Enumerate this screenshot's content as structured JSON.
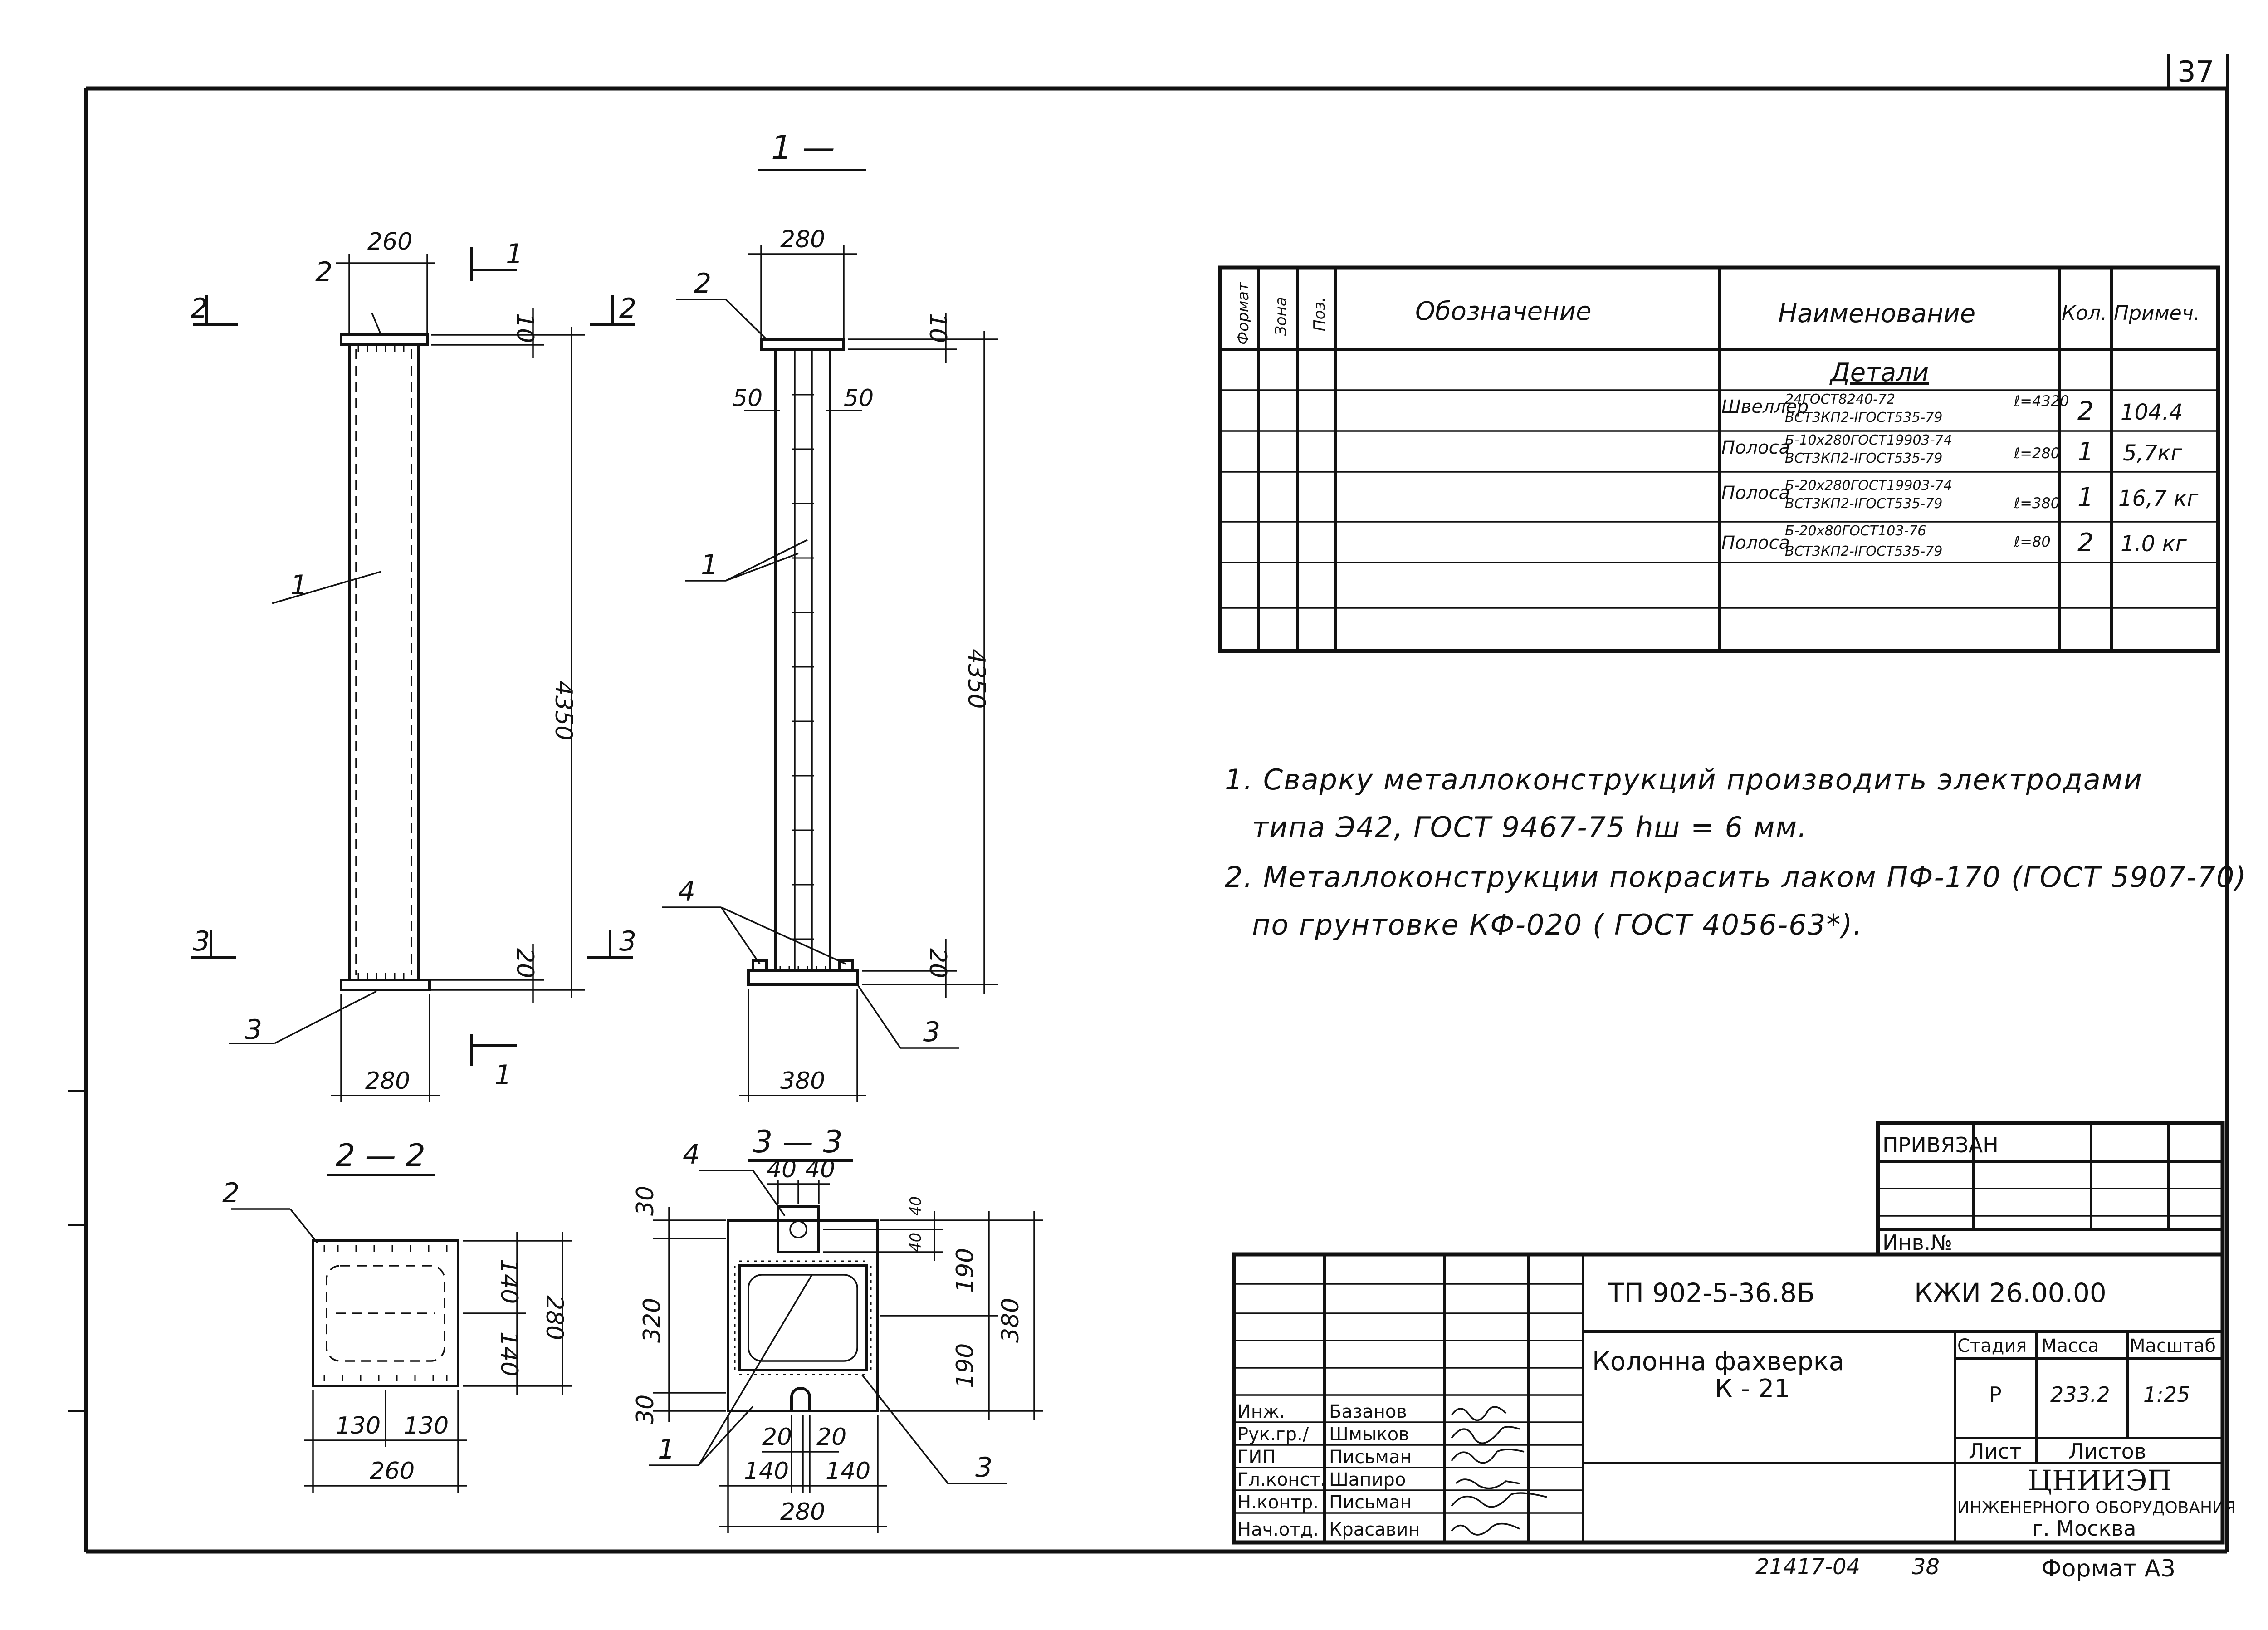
{
  "page_number": "37",
  "views": {
    "view1_title": "1 —",
    "section22_title": "2 — 2",
    "section33_title": "3 — 3",
    "cut_marks": {
      "c1": "1",
      "c2": "2",
      "c3": "3"
    },
    "elevation_left": {
      "dim_top": "260",
      "dim_bottom": "280",
      "dim_height": "4350",
      "dim_top_plate": "10",
      "dim_bottom_plate": "20",
      "callouts": [
        "1",
        "2",
        "3"
      ]
    },
    "elevation_right": {
      "dim_top": "280",
      "dim_bottom": "380",
      "dim_height": "4350",
      "dim_top_plate": "10",
      "dim_bottom_plate": "20",
      "dim_left_50": "50",
      "dim_right_50": "50",
      "callouts": [
        "1",
        "2",
        "3",
        "4"
      ]
    },
    "section22": {
      "dims_half": [
        "130",
        "130"
      ],
      "dim_width": "260",
      "dims_right_half": [
        "140",
        "140"
      ],
      "dim_right_total": "280",
      "callout": "2"
    },
    "section33": {
      "dims_top": [
        "40",
        "40"
      ],
      "dims_left": [
        "30",
        "320",
        "30"
      ],
      "dims_right_small": [
        "40",
        "40"
      ],
      "dims_right": [
        "190",
        "190"
      ],
      "dim_right_total": "380",
      "dims_bottom_inner": [
        "20",
        "20"
      ],
      "dims_bottom_half": [
        "140",
        "140"
      ],
      "dim_bottom_total": "280",
      "callouts": [
        "1",
        "3",
        "4"
      ]
    }
  },
  "spec_table": {
    "headers": {
      "format": "Формат",
      "zone": "Зона",
      "pos": "Поз.",
      "designation": "Обозначение",
      "name": "Наименование",
      "qty": "Кол.",
      "note": "Примеч."
    },
    "section_title": "Детали",
    "rows": [
      {
        "type": "Швеллер",
        "std_top": "24ГОСТ8240-72",
        "std_bottom": "ВСТ3КП2-IГОСТ535-79",
        "length": "ℓ=4320",
        "qty": "2",
        "note": "104.4"
      },
      {
        "type": "Полоса",
        "std_top": "Б-10х280ГОСТ19903-74",
        "std_bottom": "ВСТ3КП2-IГОСТ535-79",
        "length": "ℓ=280",
        "qty": "1",
        "note": "5,7кг"
      },
      {
        "type": "Полоса",
        "std_top": "Б-20х280ГОСТ19903-74",
        "std_bottom": "ВСТ3КП2-IГОСТ535-79",
        "length": "ℓ=380",
        "qty": "1",
        "note": "16,7 кг"
      },
      {
        "type": "Полоса",
        "std_top": "Б-20х80ГОСТ103-76",
        "std_bottom": "ВСТ3КП2-IГОСТ535-79",
        "length": "ℓ=80",
        "qty": "2",
        "note": "1.0 кг"
      }
    ]
  },
  "notes": [
    "1. Сварку металлоконструкций производить электродами",
    "типа Э42, ГОСТ 9467-75   hш = 6 мм.",
    "2. Металлоконструкции покрасить лаком ПФ-170 (ГОСТ 5907-70)",
    "по грунтовке КФ-020 ( ГОСТ 4056-63*)."
  ],
  "binding_block": {
    "bound_label": "ПРИВЯЗАН",
    "inv_label": "Инв.№"
  },
  "title_block": {
    "project_code": "ТП 902-5-36.8Б",
    "doc_code": "КЖИ 26.00.00",
    "title_line1": "Колонна фахверка",
    "title_line2": "К - 21",
    "stage_label": "Стадия",
    "mass_label": "Масса",
    "scale_label": "Масштаб",
    "stage": "Р",
    "mass": "233.2",
    "scale": "1:25",
    "sheet_label": "Лист",
    "sheets_label": "Листов",
    "org_name": "ЦНИИЭП",
    "org_line2": "ИНЖЕНЕРНОГО ОБОРУДОВАНИЯ",
    "org_city": "г. Москва",
    "staff": [
      {
        "role": "Инж.",
        "name": "Базанов"
      },
      {
        "role": "Рук.гр./",
        "name": "Шмыков"
      },
      {
        "role": "ГИП",
        "name": "Письман"
      },
      {
        "role": "Гл.конст.",
        "name": "Шапиро"
      },
      {
        "role": "Н.контр.",
        "name": "Письман"
      },
      {
        "role": "Нач.отд.",
        "name": "Красавин"
      }
    ]
  },
  "footer": {
    "archive_no": "21417-04",
    "sheet_seq": "38",
    "format": "Формат А3"
  }
}
